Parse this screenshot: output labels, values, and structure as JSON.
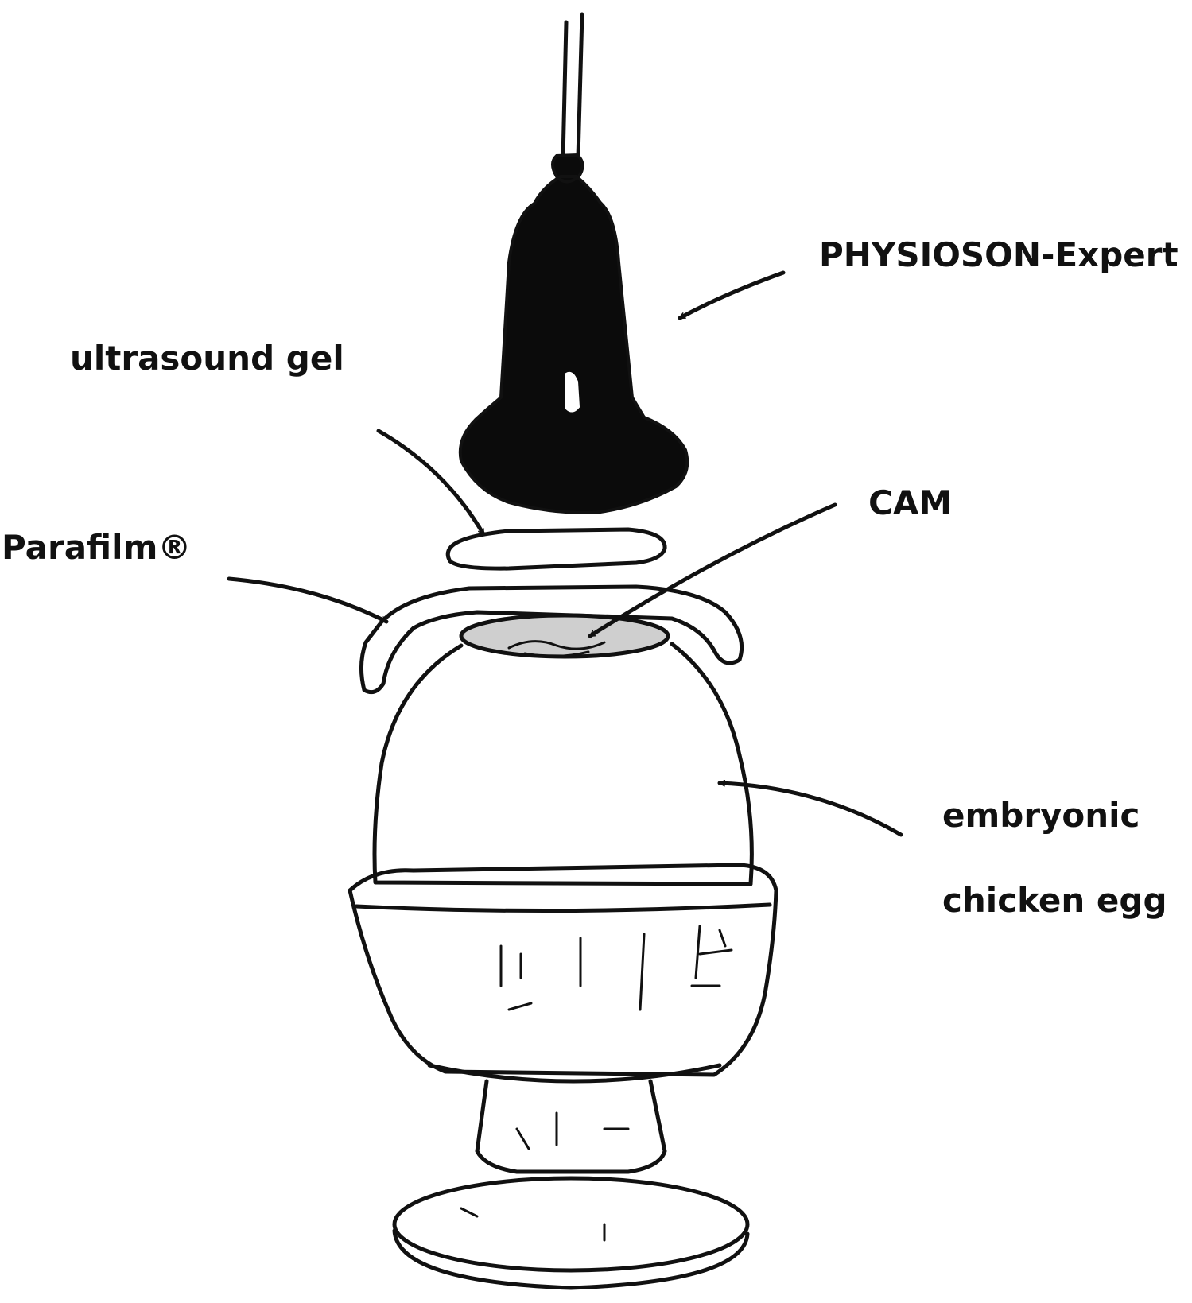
{
  "labels": {
    "device": "PHYSIOSON-Expert",
    "gel": "ultrasound gel",
    "cam": "CAM",
    "parafilm": "Parafilm®",
    "egg_line1": "embryonic",
    "egg_line2": "chicken egg"
  },
  "colors": {
    "ink": "#111111",
    "probe_fill": "#0b0b0b",
    "cam_fill": "#cfcfcf",
    "background": "#ffffff"
  }
}
